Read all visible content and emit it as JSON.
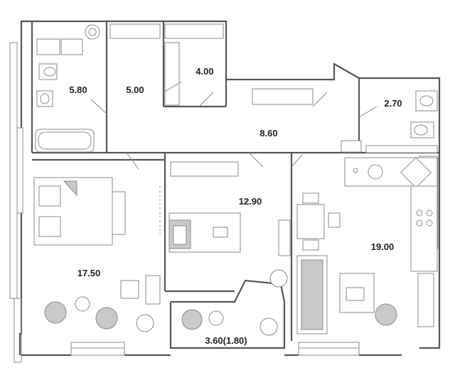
{
  "rooms": [
    {
      "id": "bathroom",
      "area": "5.80"
    },
    {
      "id": "wardrobe-1",
      "area": "5.00"
    },
    {
      "id": "wardrobe-2",
      "area": "4.00"
    },
    {
      "id": "wc",
      "area": "2.70"
    },
    {
      "id": "hallway",
      "area": "8.60"
    },
    {
      "id": "bedroom-2",
      "area": "12.90"
    },
    {
      "id": "kitchen-living",
      "area": "19.00"
    },
    {
      "id": "bedroom-1",
      "area": "17.50"
    },
    {
      "id": "balcony",
      "area": "3.60(1.80)"
    }
  ],
  "colors": {
    "wall": "#555555",
    "line": "#8a8a8a",
    "fill": "#c9c9c9",
    "text": "#222222"
  }
}
